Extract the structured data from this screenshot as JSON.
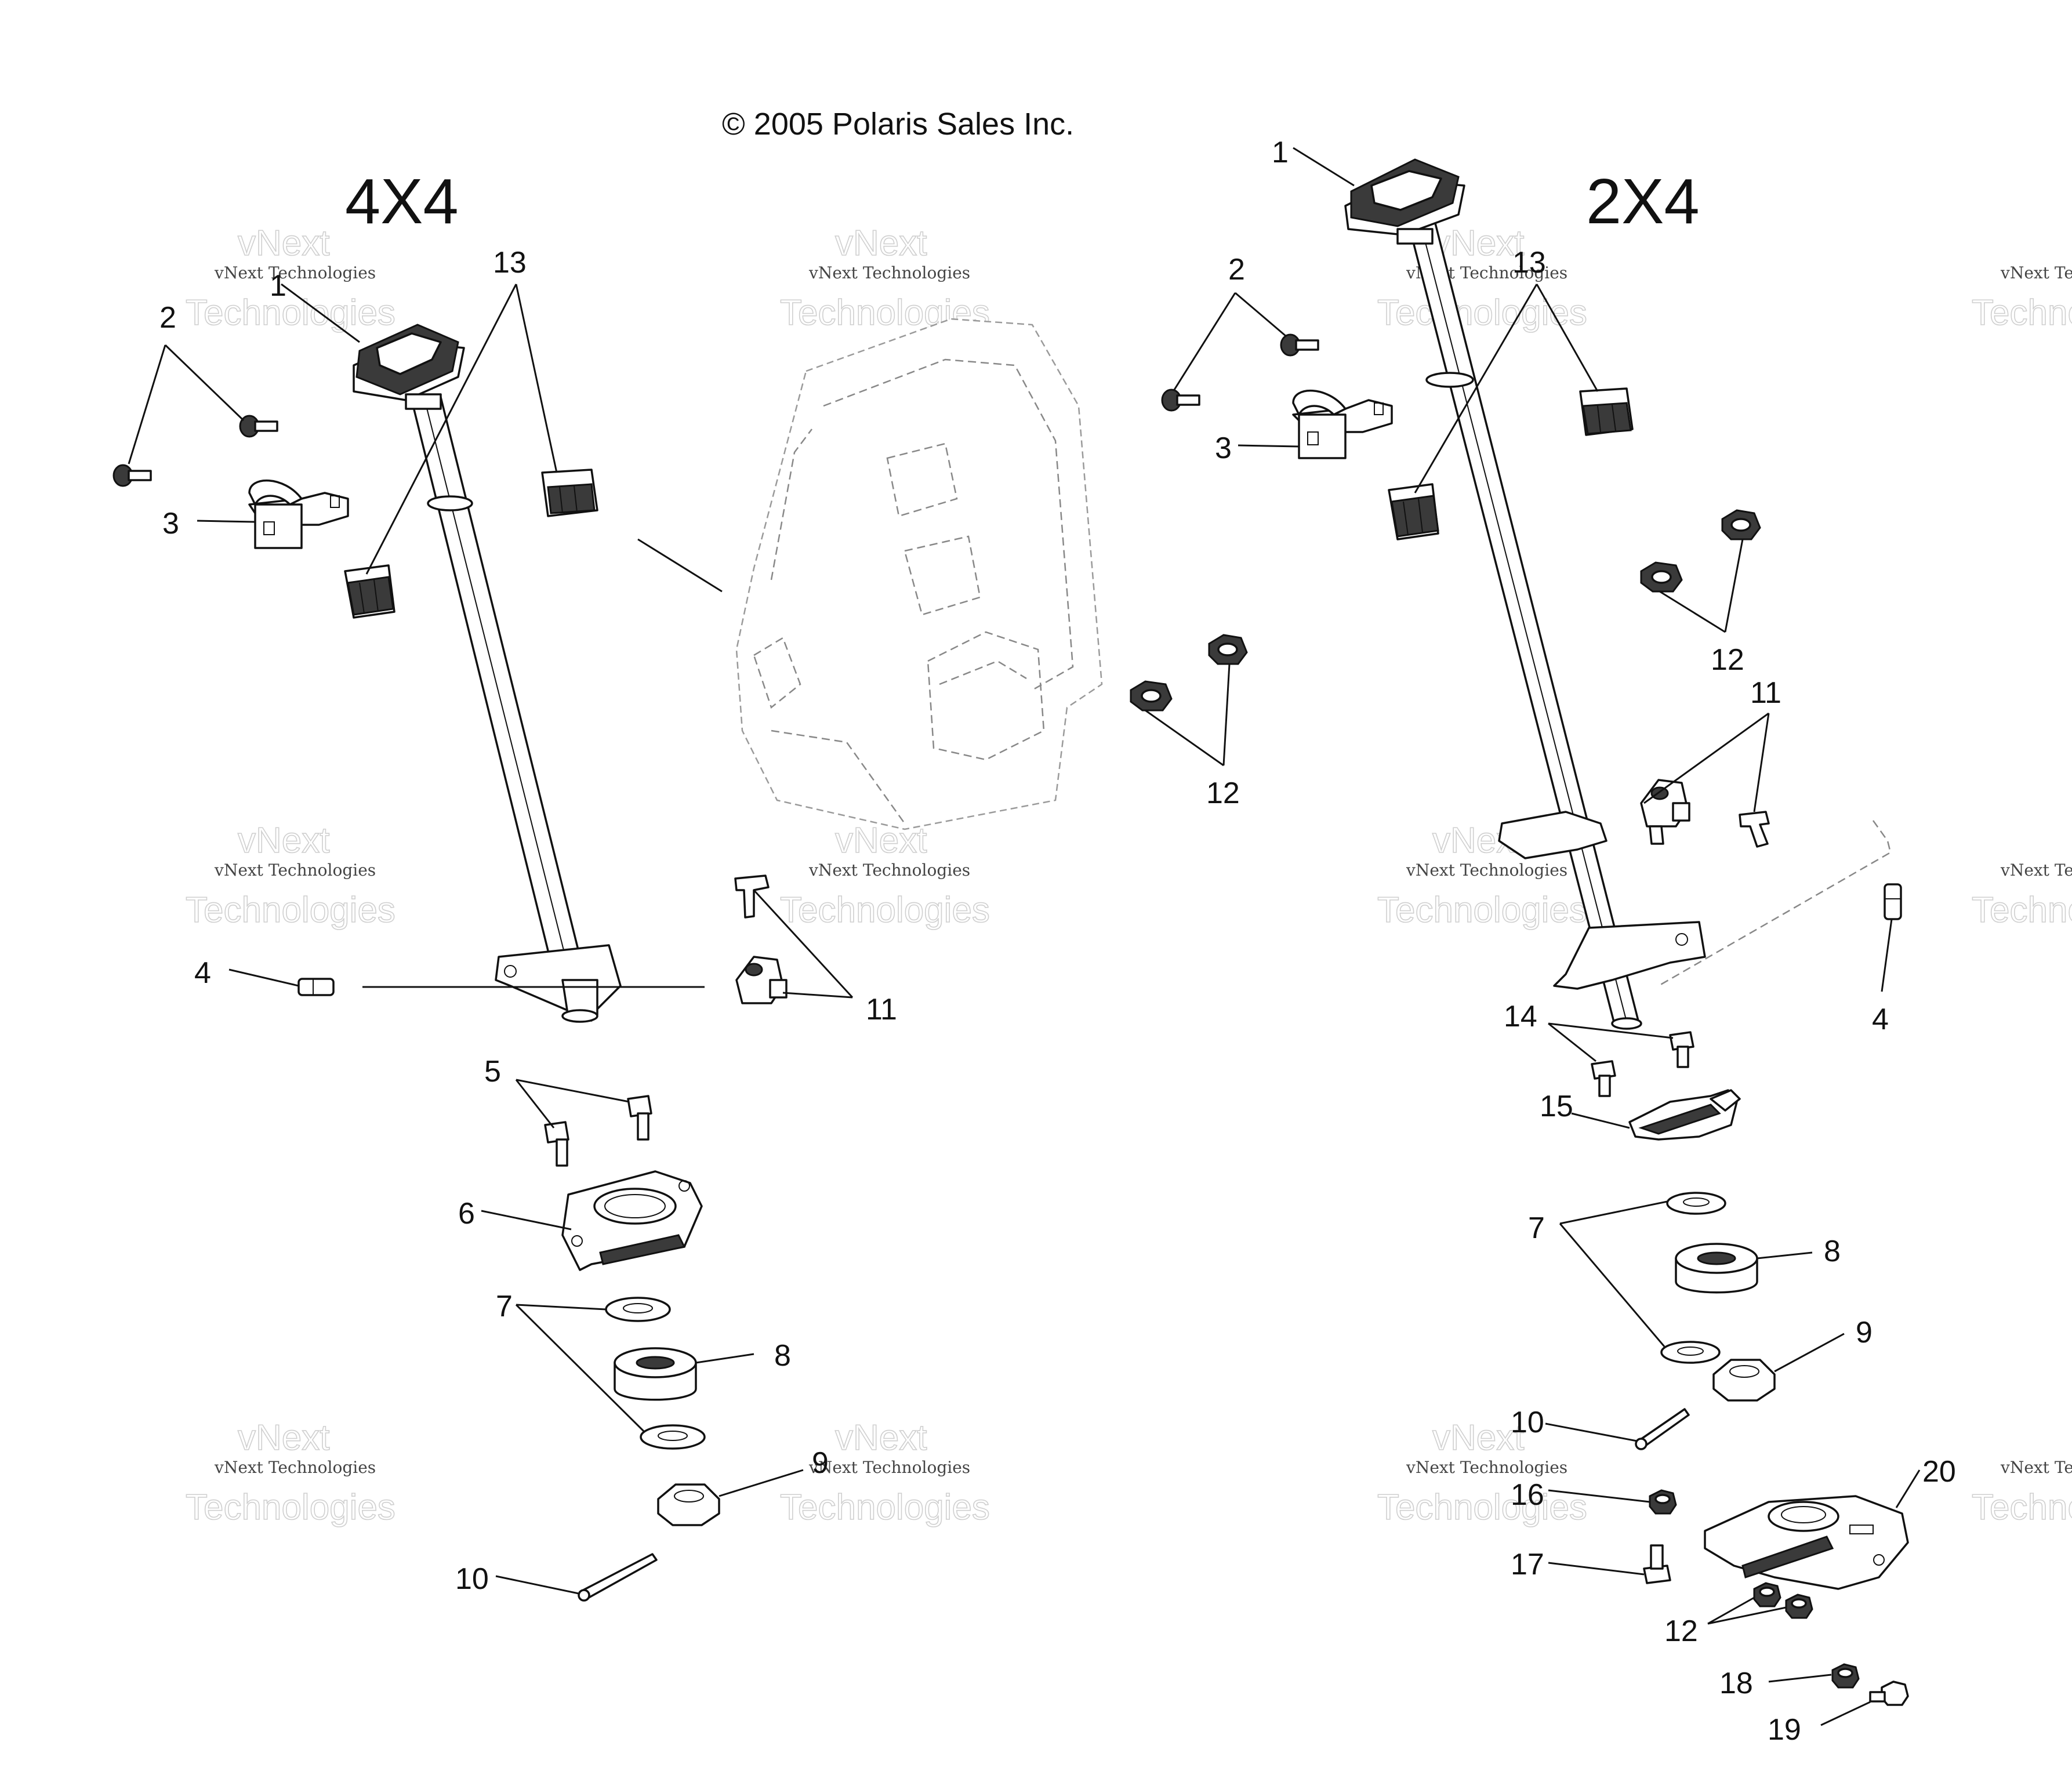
{
  "copyright": "© 2005 Polaris Sales Inc.",
  "titles": {
    "left": "4X4",
    "right": "2X4"
  },
  "watermark": {
    "line1": "vNext Technologies",
    "line2": "Technologies",
    "line3": "vNext"
  },
  "labels_4x4": [
    "1",
    "2",
    "3",
    "13",
    "4",
    "11",
    "5",
    "6",
    "7",
    "8",
    "9",
    "10",
    "12"
  ],
  "labels_2x4": [
    "1",
    "2",
    "3",
    "13",
    "12",
    "11",
    "4",
    "14",
    "15",
    "7",
    "8",
    "9",
    "10",
    "16",
    "20",
    "17",
    "12",
    "18",
    "19"
  ]
}
